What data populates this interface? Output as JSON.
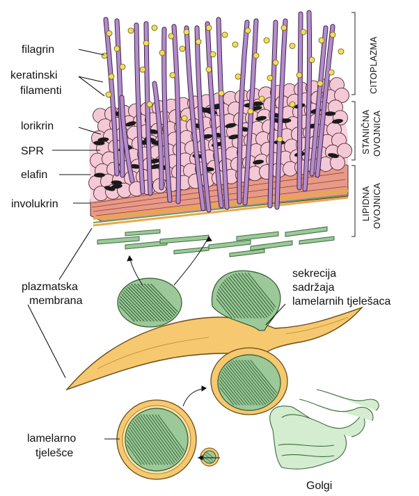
{
  "labels": {
    "filagrin": "filagrin",
    "keratinski": "keratinski",
    "filamenti": "filamenti",
    "lorikrin": "lorikrin",
    "spr": "SPR",
    "elafin": "elafin",
    "involukrin": "involukrin",
    "plazmatska": "plazmatska",
    "membrana": "membrana",
    "sekrecija": "sekrecija",
    "sadrzaja": "sadržaja",
    "lamelarnih": "lamelarnih tjelešaca",
    "lamelarno": "lamelarno",
    "tjelesce": "tjelešce",
    "golgi": "Golgi"
  },
  "side_labels": {
    "citoplazma": "CITOPLAZMA",
    "stanicna": "STANIČNA",
    "ovojnica1": "OVOJNICA",
    "lipidna": "LIPIDNA",
    "ovojnica2": "OVOJNICA"
  },
  "colors": {
    "filament": "#b48cc8",
    "granule": "#f2dc60",
    "loricrin": "#f4c8d6",
    "spr": "#1a1a1a",
    "involucrin": "#e89a88",
    "lipid": "#f2c86a",
    "lamella": "#9cc89a",
    "membrane": "#f6c870",
    "golgi": "#d4ecd0"
  }
}
